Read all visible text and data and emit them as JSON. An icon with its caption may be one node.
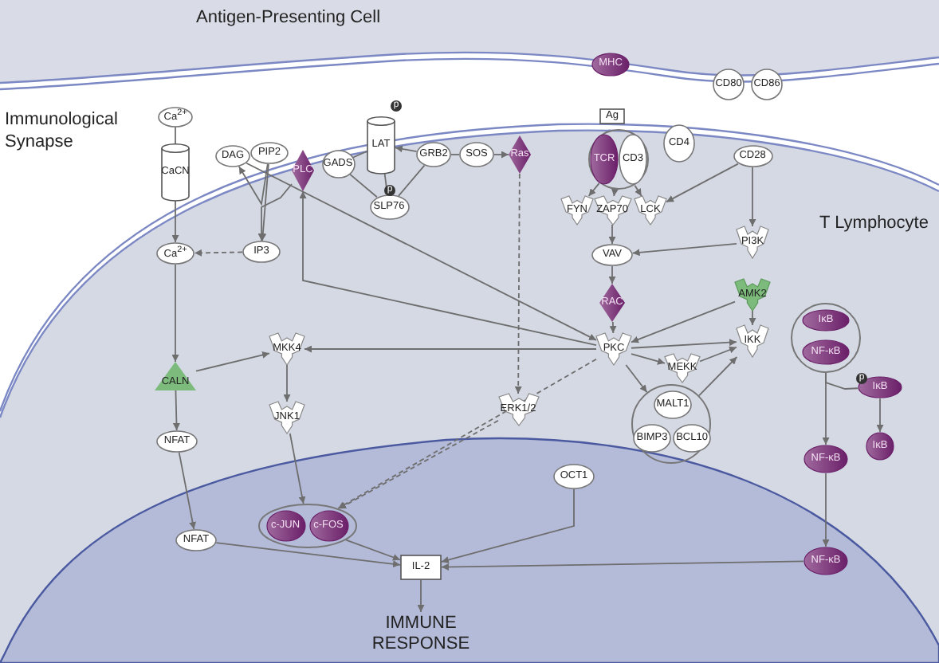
{
  "diagram": {
    "nodes": [
      {
        "text": [
          "MHC"
        ]
      },
      {
        "text": [
          "CD80"
        ]
      },
      {
        "text": [
          "CD86"
        ]
      },
      {
        "text": [
          "Ag"
        ]
      },
      {
        "text": [],
        "shape": "circle"
      },
      {
        "text": [
          "TCR"
        ],
        "in": 4
      },
      {
        "text": [
          "CD3"
        ],
        "in": 4
      },
      {
        "text": [
          "CD4"
        ]
      },
      {
        "text": [
          "CD28"
        ]
      },
      {
        "text": [
          "FYN"
        ]
      },
      {
        "text": [
          "ZAP70"
        ]
      },
      {
        "text": [
          "LCK"
        ]
      },
      {
        "text": [
          "VAV"
        ]
      },
      {
        "text": [
          "PI3K"
        ]
      },
      {
        "text": [
          "RAC"
        ]
      },
      {
        "text": [
          "AMK2"
        ]
      },
      {
        "text": [
          "PKC"
        ]
      },
      {
        "text": [
          "IKK"
        ]
      },
      {
        "text": [
          "MEKK"
        ]
      },
      {
        "text": [],
        "shape": "circle"
      },
      {
        "text": [
          "MALT1"
        ],
        "in": 19
      },
      {
        "text": [
          "BIMP3"
        ],
        "in": 19
      },
      {
        "text": [
          "BCL10"
        ],
        "in": 19
      },
      {
        "text": [],
        "shape": "circle"
      },
      {
        "text": [
          "IκB"
        ],
        "in": 23
      },
      {
        "text": [
          "NF-κB"
        ],
        "in": 23
      },
      {
        "text": [
          "IκB"
        ]
      },
      {
        "text": [
          "IκB"
        ]
      },
      {
        "text": [
          "NF-κB"
        ]
      },
      {
        "text": [
          "NF-κB"
        ]
      },
      {
        "text": [
          "Ca$^{2+}$"
        ]
      },
      {
        "text": [
          "CaCN"
        ]
      },
      {
        "text": [
          "DAG"
        ]
      },
      {
        "text": [
          "PIP2"
        ]
      },
      {
        "text": [
          "PLC"
        ]
      },
      {
        "text": [
          "GADS"
        ]
      },
      {
        "text": [
          "LAT"
        ]
      },
      {
        "text": [
          "SLP76"
        ]
      },
      {
        "text": [
          "GRB2"
        ]
      },
      {
        "text": [
          "SOS"
        ]
      },
      {
        "text": [
          "Ras"
        ]
      },
      {
        "text": [
          "Ca$^{2+}$"
        ]
      },
      {
        "text": [
          "IP3"
        ]
      },
      {
        "text": [
          "CALN"
        ]
      },
      {
        "text": [
          "MKK4"
        ]
      },
      {
        "text": [
          "JNK1"
        ]
      },
      {
        "text": [
          "ERK1/2"
        ]
      },
      {
        "text": [
          "NFAT"
        ]
      },
      {
        "text": [
          "NFAT"
        ]
      },
      {
        "text": [],
        "shape": "ellipse"
      },
      {
        "text": [
          "c-JUN"
        ],
        "in": 49
      },
      {
        "text": [
          "c-FOS"
        ],
        "in": 49
      },
      {
        "text": [
          "OCT1"
        ]
      },
      {
        "text": [
          "IL-2"
        ]
      },
      {
        "text": [
          "IMMUNE RESPONSE"
        ]
      }
    ],
    "edges": [
      {
        "from": 30,
        "to": 31,
        "arrow": "none"
      },
      {
        "from": 31,
        "to": 41,
        "arrow": "to"
      },
      {
        "from": 42,
        "to": 41,
        "arrow": "to",
        "style": "dashed"
      },
      {
        "from": 33,
        "to": 42,
        "arrow": "to"
      },
      {
        "from": 33,
        "to": 32,
        "arrow": "to"
      },
      {
        "from": 34,
        "to": 42,
        "arrow": "to"
      },
      {
        "from": 32,
        "to": 16,
        "arrow": "to"
      },
      {
        "from": 16,
        "to": 34,
        "arrow": "to"
      },
      {
        "from": 16,
        "to": 44,
        "arrow": "to"
      },
      {
        "from": 43,
        "to": 44,
        "arrow": "to"
      },
      {
        "from": 41,
        "to": 43,
        "arrow": "to"
      },
      {
        "from": 43,
        "to": 47,
        "arrow": "to"
      },
      {
        "from": 47,
        "to": 48,
        "arrow": "to"
      },
      {
        "from": 44,
        "to": 45,
        "arrow": "to"
      },
      {
        "from": 45,
        "to": 49,
        "arrow": "to"
      },
      {
        "from": 16,
        "to": 49,
        "arrow": "to",
        "style": "dashed"
      },
      {
        "from": 46,
        "to": 49,
        "arrow": "to",
        "style": "dashed"
      },
      {
        "from": 40,
        "to": 46,
        "arrow": "to",
        "style": "dashed"
      },
      {
        "from": 48,
        "to": 53,
        "arrow": "to"
      },
      {
        "from": 49,
        "to": 53,
        "arrow": "to"
      },
      {
        "from": 52,
        "to": 53,
        "arrow": "to"
      },
      {
        "from": 29,
        "to": 53,
        "arrow": "to"
      },
      {
        "from": 53,
        "to": 54,
        "arrow": "to"
      },
      {
        "from": 35,
        "to": 36,
        "arrow": "none"
      },
      {
        "from": 35,
        "to": 37,
        "arrow": "none"
      },
      {
        "from": 36,
        "to": 37,
        "arrow": "none"
      },
      {
        "from": 38,
        "to": 36,
        "arrow": "to"
      },
      {
        "from": 38,
        "to": 37,
        "arrow": "none"
      },
      {
        "from": 38,
        "to": 39,
        "arrow": "none"
      },
      {
        "from": 39,
        "to": 40,
        "arrow": "to"
      },
      {
        "from": 4,
        "to": 9,
        "arrow": "to"
      },
      {
        "from": 4,
        "to": 10,
        "arrow": "to"
      },
      {
        "from": 4,
        "to": 11,
        "arrow": "to"
      },
      {
        "from": 8,
        "to": 11,
        "arrow": "to"
      },
      {
        "from": 8,
        "to": 13,
        "arrow": "to"
      },
      {
        "from": 10,
        "to": 12,
        "arrow": "to"
      },
      {
        "from": 13,
        "to": 12,
        "arrow": "to"
      },
      {
        "from": 12,
        "to": 14,
        "arrow": "to"
      },
      {
        "from": 14,
        "to": 16,
        "arrow": "to"
      },
      {
        "from": 15,
        "to": 17,
        "arrow": "to"
      },
      {
        "from": 15,
        "to": 16,
        "arrow": "to"
      },
      {
        "from": 16,
        "to": 17,
        "arrow": "to"
      },
      {
        "from": 16,
        "to": 18,
        "arrow": "to"
      },
      {
        "from": 18,
        "to": 17,
        "arrow": "to"
      },
      {
        "from": 16,
        "to": 19,
        "arrow": "to"
      },
      {
        "from": 19,
        "to": 17,
        "arrow": "to"
      },
      {
        "from": 23,
        "to": 28,
        "arrow": "to"
      },
      {
        "from": 23,
        "to": 26,
        "arrow": "none"
      },
      {
        "from": 26,
        "to": 27,
        "arrow": "to"
      },
      {
        "from": 28,
        "to": 29,
        "arrow": "to"
      }
    ],
    "labels": [
      "Antigen-Presenting Cell",
      "Immunological Synapse",
      "T Lymphocyte",
      "p",
      "p",
      "p"
    ]
  }
}
